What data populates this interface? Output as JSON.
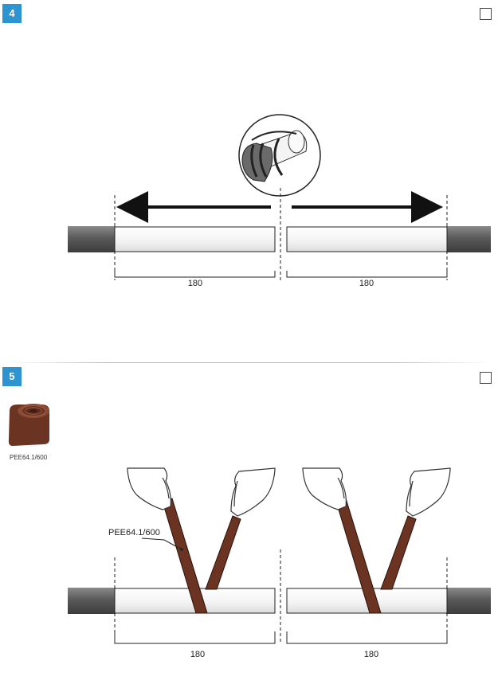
{
  "steps": [
    {
      "number": "4",
      "checkbox_checked": false,
      "dimensions": {
        "left": "180",
        "right": "180"
      }
    },
    {
      "number": "5",
      "checkbox_checked": false,
      "product": {
        "label": "PEE64.1/600"
      },
      "callout": "PEE64.1/600",
      "dimensions": {
        "left": "180",
        "right": "180"
      }
    }
  ],
  "colors": {
    "badge": "#2e93d1",
    "pipe_dark": "#5a5a5a",
    "tape_brown": "#6b3322"
  }
}
